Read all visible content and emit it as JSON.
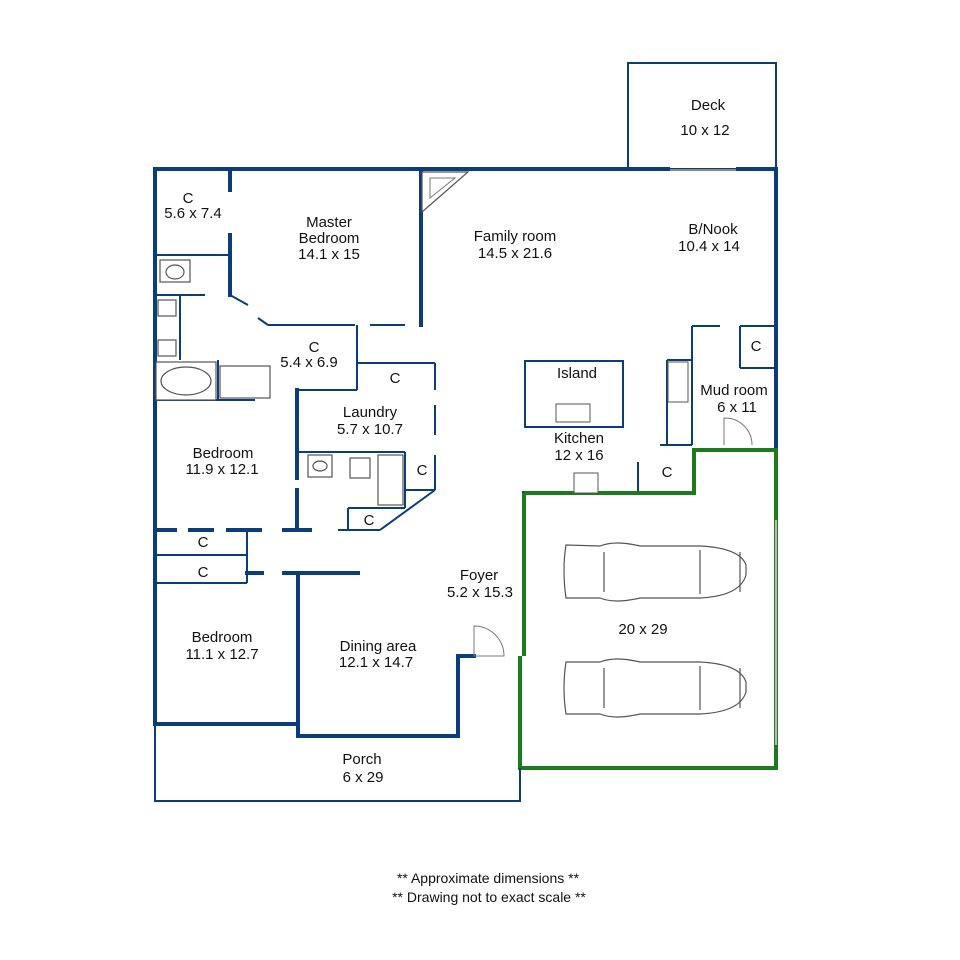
{
  "rooms": {
    "deck": {
      "name": "Deck",
      "dims": "10 x 12"
    },
    "closet_master": {
      "name": "C",
      "dims": "5.6 x 7.4"
    },
    "master_bedroom": {
      "name1": "Master",
      "name2": "Bedroom",
      "dims": "14.1 x 15"
    },
    "family_room": {
      "name": "Family room",
      "dims": "14.5 x 21.6"
    },
    "nook": {
      "name": "B/Nook",
      "dims": "10.4 x 14"
    },
    "closet_hall": {
      "name": "C",
      "dims": "5.4 x 6.9"
    },
    "closet_laundry": {
      "name": "C"
    },
    "laundry": {
      "name": "Laundry",
      "dims": "5.7 x 10.7"
    },
    "island": {
      "name": "Island"
    },
    "closet_mud": {
      "name": "C"
    },
    "mud_room": {
      "name": "Mud room",
      "dims": "6 x 11"
    },
    "bedroom_1": {
      "name": "Bedroom",
      "dims": "11.9 x 12.1"
    },
    "kitchen": {
      "name": "Kitchen",
      "dims": "12 x 16"
    },
    "closet_bath": {
      "name": "C"
    },
    "closet_pantry": {
      "name": "C"
    },
    "closet_kitchen": {
      "name": "C"
    },
    "closet_bed1": {
      "name": "C"
    },
    "closet_bed2": {
      "name": "C"
    },
    "foyer": {
      "name": "Foyer",
      "dims": "5.2 x 15.3"
    },
    "garage": {
      "dims": "20 x 29"
    },
    "bedroom_2": {
      "name": "Bedroom",
      "dims": "11.1 x 12.7"
    },
    "dining": {
      "name": "Dining area",
      "dims": "12.1 x 14.7"
    },
    "porch": {
      "name": "Porch",
      "dims": "6 x 29"
    }
  },
  "notes": {
    "line1": "** Approximate dimensions **",
    "line2": "** Drawing not to exact scale **"
  },
  "colors": {
    "walls": "#0b3d7a",
    "garage_walls": "#1d7a1d"
  }
}
